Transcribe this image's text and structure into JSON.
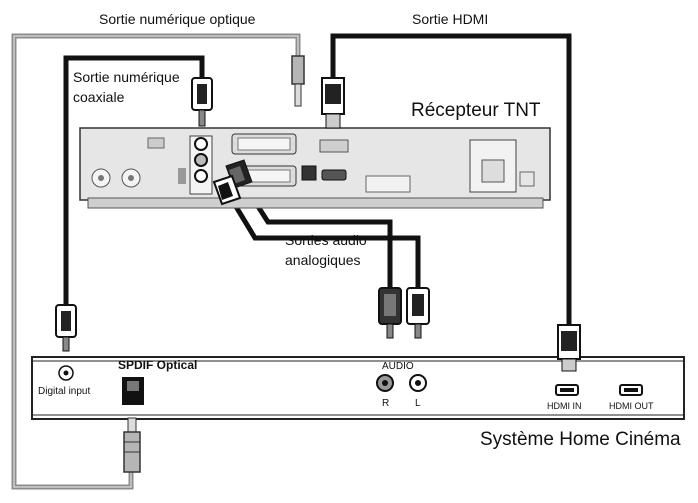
{
  "labels": {
    "optical_out": "Sortie numérique optique",
    "hdmi_out": "Sortie HDMI",
    "coax_line1": "Sortie numérique",
    "coax_line2": "coaxiale",
    "receiver": "Récepteur TNT",
    "audio_line1": "Sorties audio",
    "audio_line2": "analogiques",
    "home_cinema": "Système Home Cinéma"
  },
  "home_cinema_panel": {
    "digital_input": "Digital input",
    "spdif_optical": "SPDIF Optical",
    "audio": "AUDIO",
    "r": "R",
    "l": "L",
    "hdmi_in": "HDMI IN",
    "hdmi_out": "HDMI OUT"
  },
  "colors": {
    "cable_dark": "#111111",
    "cable_optical": "#8c8c8c",
    "device_fill": "#e6e6e6",
    "panel_border": "#222222"
  }
}
